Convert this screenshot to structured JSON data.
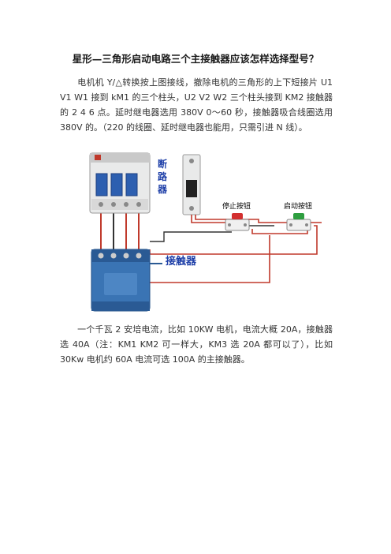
{
  "title": "星形—三角形启动电路三个主接触器应该怎样选择型号？",
  "paragraph1": "电机机 Y/△转换按上图接线，撤除电机的三角形的上下短接片 U1 V1 W1 接到 kM1 的三个柱头，U2 V2 W2 三个柱头接到 KM2 接触器的 2 4 6 点。延时继电器选用 380V 0～60 秒，接触器吸合线圈选用 380V 的。（220 的线圈、延时继电器也能用，只需引进 N 线）。",
  "figure": {
    "breaker_label": [
      "断",
      "路",
      "器"
    ],
    "stop_button_label": "停止按钮",
    "start_button_label": "启动按钮",
    "contactor_label": "接触器",
    "colors": {
      "device_body": "#e9eaea",
      "blue_switch": "#2d5fb0",
      "contactor_blue": "#3a74b4",
      "wire_red": "#c0392b",
      "wire_dark": "#333333",
      "stop_cap": "#d32f2f",
      "start_cap": "#2e9e3f",
      "label_blue": "#1e3fa8"
    }
  },
  "paragraph2": "一个千瓦 2 安培电流，比如 10KW 电机，电流大概 20A，接触器选 40A（注：KM1 KM2 可一样大，KM3 选 20A 都可以了），比如 30Kw 电机约 60A 电流可选 100A 的主接触器。"
}
